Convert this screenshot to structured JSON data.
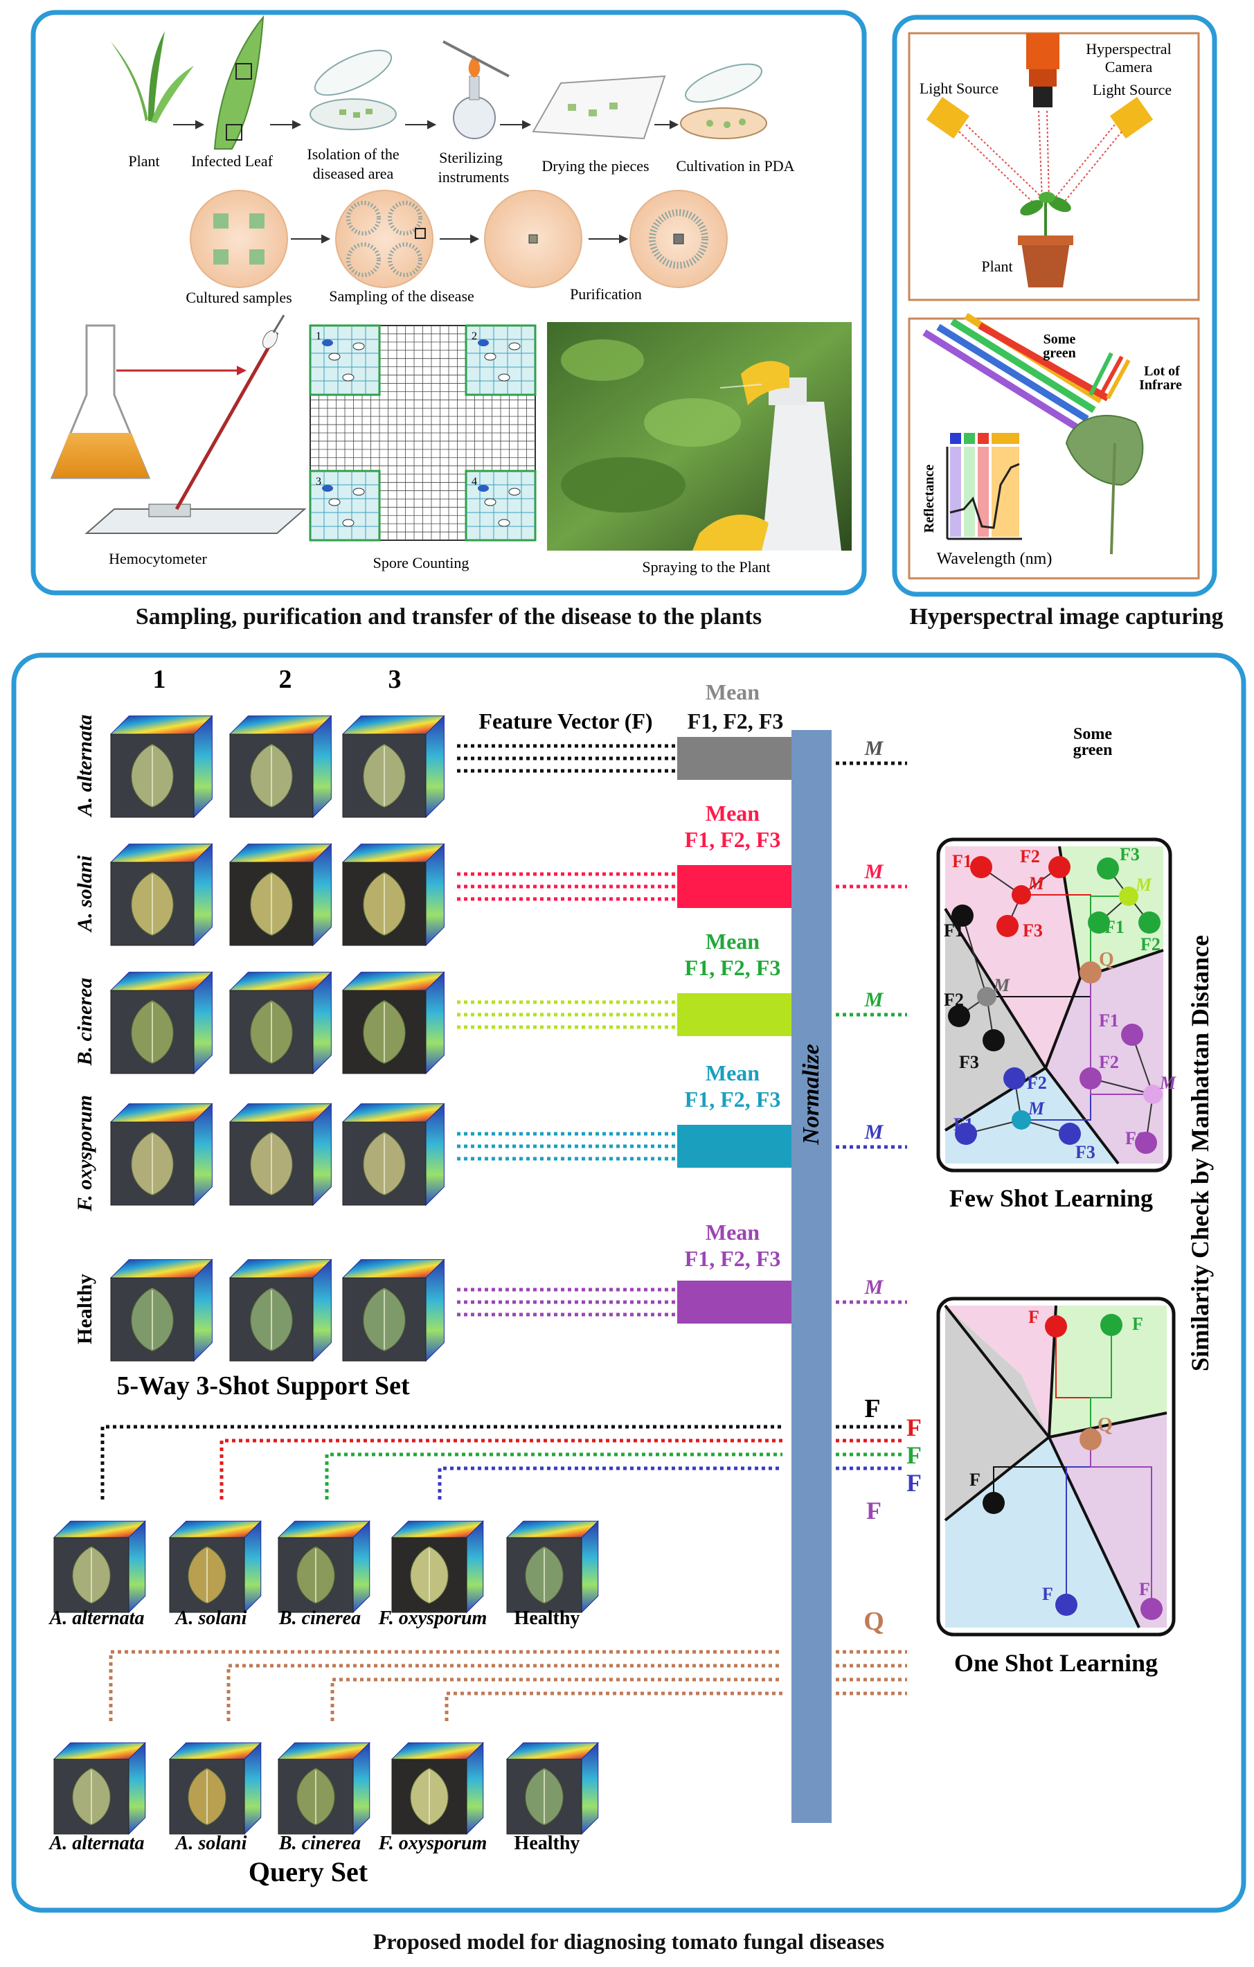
{
  "top_left_panel": {
    "caption": "Sampling,  purification and transfer of the disease to the plants",
    "steps_row1": [
      "Plant",
      "Infected Leaf",
      "Isolation of the",
      "diseased area",
      "Sterilizing",
      "instruments",
      "Drying the pieces",
      "Cultivation in PDA"
    ],
    "steps_row2": [
      "Cultured samples",
      "Sampling of the disease",
      "Purification"
    ],
    "steps_row3": [
      "Hemocytometer",
      "Spore Counting",
      "Spraying to the Plant"
    ],
    "grid_numbers": [
      "1",
      "2",
      "3",
      "4"
    ]
  },
  "top_right_panel": {
    "caption": "Hyperspectral image capturing",
    "camera_labels": [
      "Hyperspectral",
      "Camera",
      "Light Source",
      "Light Source",
      "Plant"
    ],
    "spectrum_labels": [
      "Some",
      "green",
      "Lot of",
      "Infrare",
      "Reflectance",
      "Wavelength (nm)"
    ]
  },
  "bottom_panel": {
    "caption": "Proposed model for diagnosing tomato fungal diseases",
    "shot_numbers": [
      "1",
      "2",
      "3"
    ],
    "classes": [
      "A. alternata",
      "A. solani",
      "B. cinerea",
      "F. oxysporum",
      "Healthy"
    ],
    "feature_vector_label": "Feature Vector (F)",
    "mean_label": "Mean",
    "f_triplet": "F1, F2, F3",
    "m_label": "M",
    "f_label": "F",
    "q_label": "Q",
    "normalize_label": "Normalize",
    "support_set_title": "5-Way 3-Shot Support Set",
    "query_set_title": "Query Set",
    "few_shot_title": "Few Shot Learning",
    "one_shot_title": "One Shot Learning",
    "similarity_title": "Similarity Check by Manhattan Distance",
    "stray_label": [
      "Some",
      "green"
    ],
    "region_labels": [
      "F1",
      "F2",
      "F3"
    ],
    "class_colors": [
      "#808080",
      "#ff1a4b",
      "#b5e21e",
      "#1a9fbf",
      "#9c45b3"
    ],
    "dot_colors": [
      "#111111",
      "#e31a1c",
      "#22a83a",
      "#3a3ac0",
      "#9c45b3",
      "#b8765a"
    ]
  }
}
